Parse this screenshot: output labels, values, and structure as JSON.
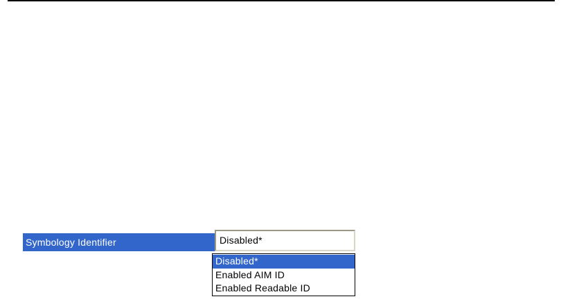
{
  "page": {
    "background_color": "#ffffff",
    "top_divider_color": "#000000"
  },
  "form": {
    "label": "Symbology Identifier",
    "combobox": {
      "value": "Disabled*"
    },
    "dropdown": {
      "options": [
        {
          "label": "Disabled*",
          "selected": true
        },
        {
          "label": "Enabled AIM ID",
          "selected": false
        },
        {
          "label": "Enabled Readable ID",
          "selected": false
        }
      ]
    }
  },
  "colors": {
    "highlight_blue": "#3366cb",
    "highlight_text": "#ffffff",
    "field_border": "#9a9786",
    "list_border": "#000000"
  }
}
